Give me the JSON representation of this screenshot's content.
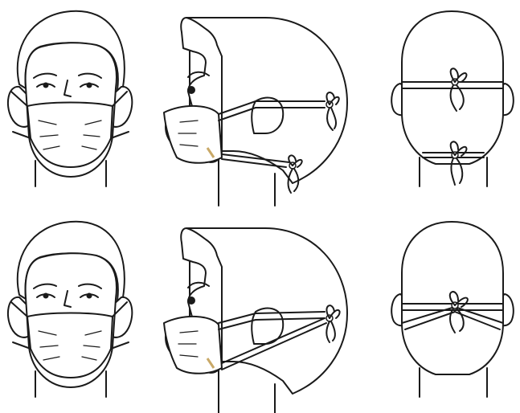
{
  "figure": {
    "rows": [
      {
        "style": "ties-separate",
        "views": [
          "front",
          "side",
          "back"
        ]
      },
      {
        "style": "ties-crossed",
        "views": [
          "front",
          "side",
          "back"
        ]
      }
    ],
    "colors": {
      "line": "#1a1a1a",
      "background": "#ffffff",
      "nose-clip": "#c9a968"
    }
  }
}
